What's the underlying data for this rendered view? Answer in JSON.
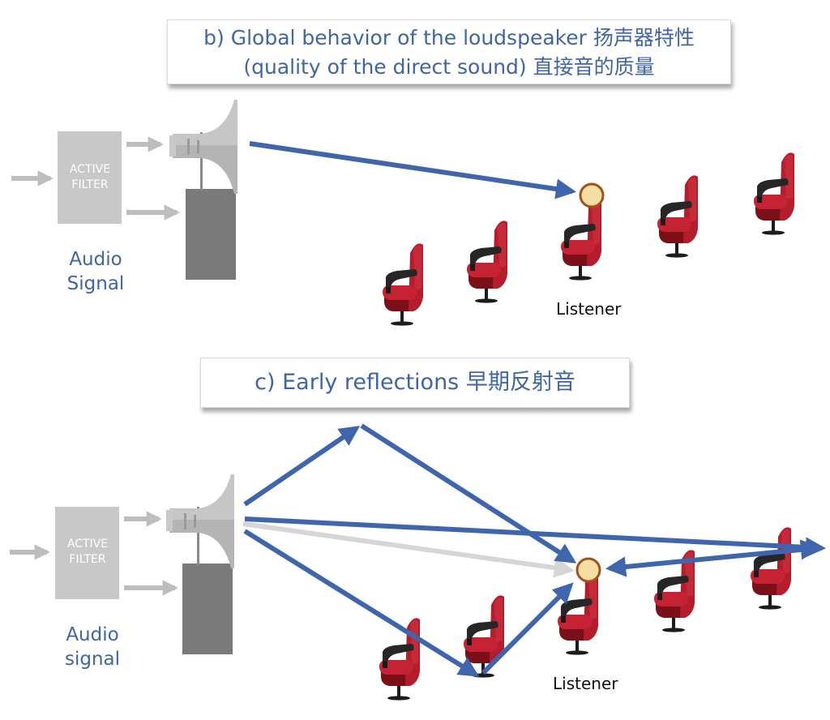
{
  "panel_b": {
    "title_line1": "b) Global behavior of the loudspeaker 扬声器特性",
    "title_line2": "(quality of the direct sound) 直接音的质量",
    "filter_line1": "ACTIVE",
    "filter_line2": "FILTER",
    "audio_line1": "Audio",
    "audio_line2": "Signal",
    "listener": "Listener"
  },
  "panel_c": {
    "title": "c) Early reflections 早期反射音",
    "filter_line1": "ACTIVE",
    "filter_line2": "FILTER",
    "audio_line1": "Audio",
    "audio_line2": "signal",
    "listener": "Listener"
  },
  "colors": {
    "title_text": "#3f64a8",
    "arrow": "#3f66ad",
    "filter_box": "#c8c8c8",
    "input_arrow": "#bdbdbd",
    "speaker_body": "#7a7a7a",
    "horn": "#b4b4b4",
    "seat_red": "#b51d2c",
    "listener_fill": "#f7dfa4",
    "listener_stroke": "#a0521c"
  }
}
